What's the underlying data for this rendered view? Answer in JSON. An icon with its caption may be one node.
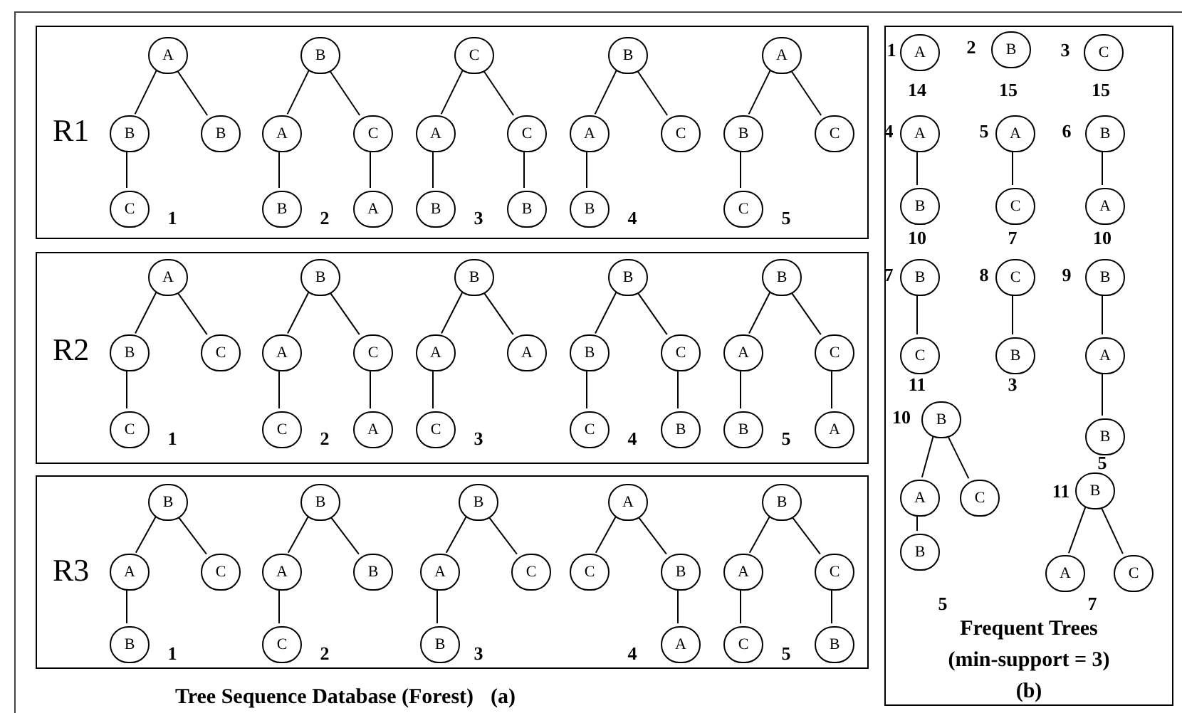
{
  "diagram": {
    "nodes": [
      {
        "text": [
          "Tree Sequence Database (Forest)",
          "(a)"
        ]
      },
      {
        "text": [
          "R1"
        ],
        "in": 0
      },
      {
        "text": [
          "A"
        ],
        "in": 1
      },
      {
        "text": [
          "B"
        ],
        "in": 1
      },
      {
        "text": [
          "B"
        ],
        "in": 1
      },
      {
        "text": [
          "C"
        ],
        "in": 1
      },
      {
        "text": [
          "B"
        ],
        "in": 1
      },
      {
        "text": [
          "A"
        ],
        "in": 1
      },
      {
        "text": [
          "C"
        ],
        "in": 1
      },
      {
        "text": [
          "B"
        ],
        "in": 1
      },
      {
        "text": [
          "A"
        ],
        "in": 1
      },
      {
        "text": [
          "C"
        ],
        "in": 1
      },
      {
        "text": [
          "A"
        ],
        "in": 1
      },
      {
        "text": [
          "C"
        ],
        "in": 1
      },
      {
        "text": [
          "B"
        ],
        "in": 1
      },
      {
        "text": [
          "B"
        ],
        "in": 1
      },
      {
        "text": [
          "B"
        ],
        "in": 1
      },
      {
        "text": [
          "A"
        ],
        "in": 1
      },
      {
        "text": [
          "C"
        ],
        "in": 1
      },
      {
        "text": [
          "B"
        ],
        "in": 1
      },
      {
        "text": [
          "A"
        ],
        "in": 1
      },
      {
        "text": [
          "B"
        ],
        "in": 1
      },
      {
        "text": [
          "C"
        ],
        "in": 1
      },
      {
        "text": [
          "C"
        ],
        "in": 1
      },
      {
        "text": [
          "R2"
        ],
        "in": 0
      },
      {
        "text": [
          "A"
        ],
        "in": 24
      },
      {
        "text": [
          "B"
        ],
        "in": 24
      },
      {
        "text": [
          "C"
        ],
        "in": 24
      },
      {
        "text": [
          "C"
        ],
        "in": 24
      },
      {
        "text": [
          "B"
        ],
        "in": 24
      },
      {
        "text": [
          "A"
        ],
        "in": 24
      },
      {
        "text": [
          "C"
        ],
        "in": 24
      },
      {
        "text": [
          "C"
        ],
        "in": 24
      },
      {
        "text": [
          "A"
        ],
        "in": 24
      },
      {
        "text": [
          "B"
        ],
        "in": 24
      },
      {
        "text": [
          "A"
        ],
        "in": 24
      },
      {
        "text": [
          "A"
        ],
        "in": 24
      },
      {
        "text": [
          "C"
        ],
        "in": 24
      },
      {
        "text": [
          "B"
        ],
        "in": 24
      },
      {
        "text": [
          "B"
        ],
        "in": 24
      },
      {
        "text": [
          "C"
        ],
        "in": 24
      },
      {
        "text": [
          "C"
        ],
        "in": 24
      },
      {
        "text": [
          "B"
        ],
        "in": 24
      },
      {
        "text": [
          "B"
        ],
        "in": 24
      },
      {
        "text": [
          "A"
        ],
        "in": 24
      },
      {
        "text": [
          "C"
        ],
        "in": 24
      },
      {
        "text": [
          "B"
        ],
        "in": 24
      },
      {
        "text": [
          "A"
        ],
        "in": 24
      },
      {
        "text": [
          "R3"
        ],
        "in": 0
      },
      {
        "text": [
          "B"
        ],
        "in": 48
      },
      {
        "text": [
          "A"
        ],
        "in": 48
      },
      {
        "text": [
          "C"
        ],
        "in": 48
      },
      {
        "text": [
          "B"
        ],
        "in": 48
      },
      {
        "text": [
          "B"
        ],
        "in": 48
      },
      {
        "text": [
          "A"
        ],
        "in": 48
      },
      {
        "text": [
          "B"
        ],
        "in": 48
      },
      {
        "text": [
          "C"
        ],
        "in": 48
      },
      {
        "text": [
          "B"
        ],
        "in": 48
      },
      {
        "text": [
          "A"
        ],
        "in": 48
      },
      {
        "text": [
          "C"
        ],
        "in": 48
      },
      {
        "text": [
          "B"
        ],
        "in": 48
      },
      {
        "text": [
          "A"
        ],
        "in": 48
      },
      {
        "text": [
          "C"
        ],
        "in": 48
      },
      {
        "text": [
          "B"
        ],
        "in": 48
      },
      {
        "text": [
          "A"
        ],
        "in": 48
      },
      {
        "text": [
          "B"
        ],
        "in": 48
      },
      {
        "text": [
          "A"
        ],
        "in": 48
      },
      {
        "text": [
          "C"
        ],
        "in": 48
      },
      {
        "text": [
          "C"
        ],
        "in": 48
      },
      {
        "text": [
          "B"
        ],
        "in": 48
      },
      {
        "text": [
          "Frequent Trees (min-support = 3)",
          "(b)"
        ],
        "in": 0
      },
      {
        "text": [
          "A"
        ],
        "in": 70
      },
      {
        "text": [
          "B"
        ],
        "in": 70
      },
      {
        "text": [
          "C"
        ],
        "in": 70
      },
      {
        "text": [
          "A"
        ],
        "in": 70
      },
      {
        "text": [
          "B"
        ],
        "in": 70
      },
      {
        "text": [
          "A"
        ],
        "in": 70
      },
      {
        "text": [
          "C"
        ],
        "in": 70
      },
      {
        "text": [
          "B"
        ],
        "in": 70
      },
      {
        "text": [
          "A"
        ],
        "in": 70
      },
      {
        "text": [
          "B"
        ],
        "in": 70
      },
      {
        "text": [
          "C"
        ],
        "in": 70
      },
      {
        "text": [
          "C"
        ],
        "in": 70
      },
      {
        "text": [
          "B"
        ],
        "in": 70
      },
      {
        "text": [
          "B"
        ],
        "in": 70
      },
      {
        "text": [
          "A"
        ],
        "in": 70
      },
      {
        "text": [
          "B"
        ],
        "in": 70
      },
      {
        "text": [
          "B"
        ],
        "in": 70
      },
      {
        "text": [
          "A"
        ],
        "in": 70
      },
      {
        "text": [
          "C"
        ],
        "in": 70
      },
      {
        "text": [
          "B"
        ],
        "in": 70
      },
      {
        "text": [
          "B"
        ],
        "in": 70
      },
      {
        "text": [
          "A"
        ],
        "in": 70
      },
      {
        "text": [
          "C"
        ],
        "in": 70
      }
    ],
    "edges": [
      {
        "from": 2,
        "to": 3,
        "arrow": "none"
      },
      {
        "from": 2,
        "to": 4,
        "arrow": "none"
      },
      {
        "from": 3,
        "to": 5,
        "arrow": "none"
      },
      {
        "from": 6,
        "to": 7,
        "arrow": "none"
      },
      {
        "from": 6,
        "to": 8,
        "arrow": "none"
      },
      {
        "from": 7,
        "to": 9,
        "arrow": "none"
      },
      {
        "from": 8,
        "to": 10,
        "arrow": "none"
      },
      {
        "from": 11,
        "to": 12,
        "arrow": "none"
      },
      {
        "from": 11,
        "to": 13,
        "arrow": "none"
      },
      {
        "from": 12,
        "to": 14,
        "arrow": "none"
      },
      {
        "from": 13,
        "to": 15,
        "arrow": "none"
      },
      {
        "from": 16,
        "to": 17,
        "arrow": "none"
      },
      {
        "from": 16,
        "to": 18,
        "arrow": "none"
      },
      {
        "from": 17,
        "to": 19,
        "arrow": "none"
      },
      {
        "from": 20,
        "to": 21,
        "arrow": "none"
      },
      {
        "from": 20,
        "to": 22,
        "arrow": "none"
      },
      {
        "from": 21,
        "to": 23,
        "arrow": "none"
      },
      {
        "from": 25,
        "to": 26,
        "arrow": "none"
      },
      {
        "from": 25,
        "to": 27,
        "arrow": "none"
      },
      {
        "from": 26,
        "to": 28,
        "arrow": "none"
      },
      {
        "from": 29,
        "to": 30,
        "arrow": "none"
      },
      {
        "from": 29,
        "to": 31,
        "arrow": "none"
      },
      {
        "from": 30,
        "to": 32,
        "arrow": "none"
      },
      {
        "from": 31,
        "to": 33,
        "arrow": "none"
      },
      {
        "from": 34,
        "to": 35,
        "arrow": "none"
      },
      {
        "from": 34,
        "to": 36,
        "arrow": "none"
      },
      {
        "from": 35,
        "to": 37,
        "arrow": "none"
      },
      {
        "from": 38,
        "to": 39,
        "arrow": "none"
      },
      {
        "from": 38,
        "to": 40,
        "arrow": "none"
      },
      {
        "from": 39,
        "to": 41,
        "arrow": "none"
      },
      {
        "from": 40,
        "to": 42,
        "arrow": "none"
      },
      {
        "from": 43,
        "to": 44,
        "arrow": "none"
      },
      {
        "from": 43,
        "to": 45,
        "arrow": "none"
      },
      {
        "from": 44,
        "to": 46,
        "arrow": "none"
      },
      {
        "from": 45,
        "to": 47,
        "arrow": "none"
      },
      {
        "from": 49,
        "to": 50,
        "arrow": "none"
      },
      {
        "from": 49,
        "to": 51,
        "arrow": "none"
      },
      {
        "from": 50,
        "to": 52,
        "arrow": "none"
      },
      {
        "from": 53,
        "to": 54,
        "arrow": "none"
      },
      {
        "from": 53,
        "to": 55,
        "arrow": "none"
      },
      {
        "from": 54,
        "to": 56,
        "arrow": "none"
      },
      {
        "from": 57,
        "to": 58,
        "arrow": "none"
      },
      {
        "from": 57,
        "to": 59,
        "arrow": "none"
      },
      {
        "from": 58,
        "to": 60,
        "arrow": "none"
      },
      {
        "from": 61,
        "to": 62,
        "arrow": "none"
      },
      {
        "from": 61,
        "to": 63,
        "arrow": "none"
      },
      {
        "from": 63,
        "to": 64,
        "arrow": "none"
      },
      {
        "from": 65,
        "to": 66,
        "arrow": "none"
      },
      {
        "from": 65,
        "to": 67,
        "arrow": "none"
      },
      {
        "from": 66,
        "to": 68,
        "arrow": "none"
      },
      {
        "from": 67,
        "to": 69,
        "arrow": "none"
      },
      {
        "from": 74,
        "to": 75,
        "arrow": "none"
      },
      {
        "from": 76,
        "to": 77,
        "arrow": "none"
      },
      {
        "from": 78,
        "to": 79,
        "arrow": "none"
      },
      {
        "from": 80,
        "to": 81,
        "arrow": "none"
      },
      {
        "from": 82,
        "to": 83,
        "arrow": "none"
      },
      {
        "from": 84,
        "to": 85,
        "arrow": "none"
      },
      {
        "from": 85,
        "to": 86,
        "arrow": "none"
      },
      {
        "from": 87,
        "to": 88,
        "arrow": "none"
      },
      {
        "from": 87,
        "to": 89,
        "arrow": "none"
      },
      {
        "from": 88,
        "to": 90,
        "arrow": "none"
      },
      {
        "from": 91,
        "to": 92,
        "arrow": "none"
      },
      {
        "from": 91,
        "to": 93,
        "arrow": "none"
      }
    ],
    "labels": [
      "1",
      "2",
      "3",
      "4",
      "5",
      "1",
      "2",
      "3",
      "4",
      "5",
      "1",
      "2",
      "3",
      "4",
      "5",
      "1",
      "2",
      "3",
      "14",
      "15",
      "15",
      "4",
      "5",
      "6",
      "10",
      "7",
      "10",
      "7",
      "8",
      "9",
      "11",
      "3",
      "10",
      "5",
      "11",
      "5",
      "7"
    ]
  }
}
